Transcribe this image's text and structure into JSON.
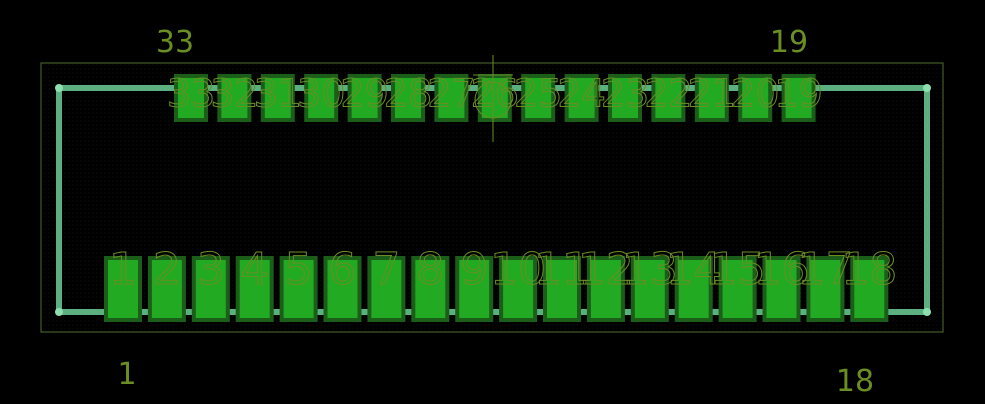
{
  "footprint": {
    "bottom_row": {
      "pads": [
        "1",
        "2",
        "3",
        "4",
        "5",
        "6",
        "7",
        "8",
        "9",
        "10",
        "11",
        "12",
        "13",
        "14",
        "15",
        "16",
        "17",
        "18"
      ]
    },
    "top_row": {
      "pads": [
        "33",
        "32",
        "31",
        "30",
        "29",
        "28",
        "27",
        "26",
        "25",
        "24",
        "23",
        "22",
        "21",
        "20",
        "19"
      ]
    },
    "corner_labels": {
      "top_left": "33",
      "top_right": "19",
      "bottom_left": "1",
      "bottom_right": "18"
    }
  },
  "colors": {
    "background": "#000000",
    "pad_fill": "#22aa22",
    "pad_border": "#1a5e1a",
    "silkscreen": "#66c28e",
    "courtyard": "#556b2f",
    "label_text": "#6b8e23"
  }
}
